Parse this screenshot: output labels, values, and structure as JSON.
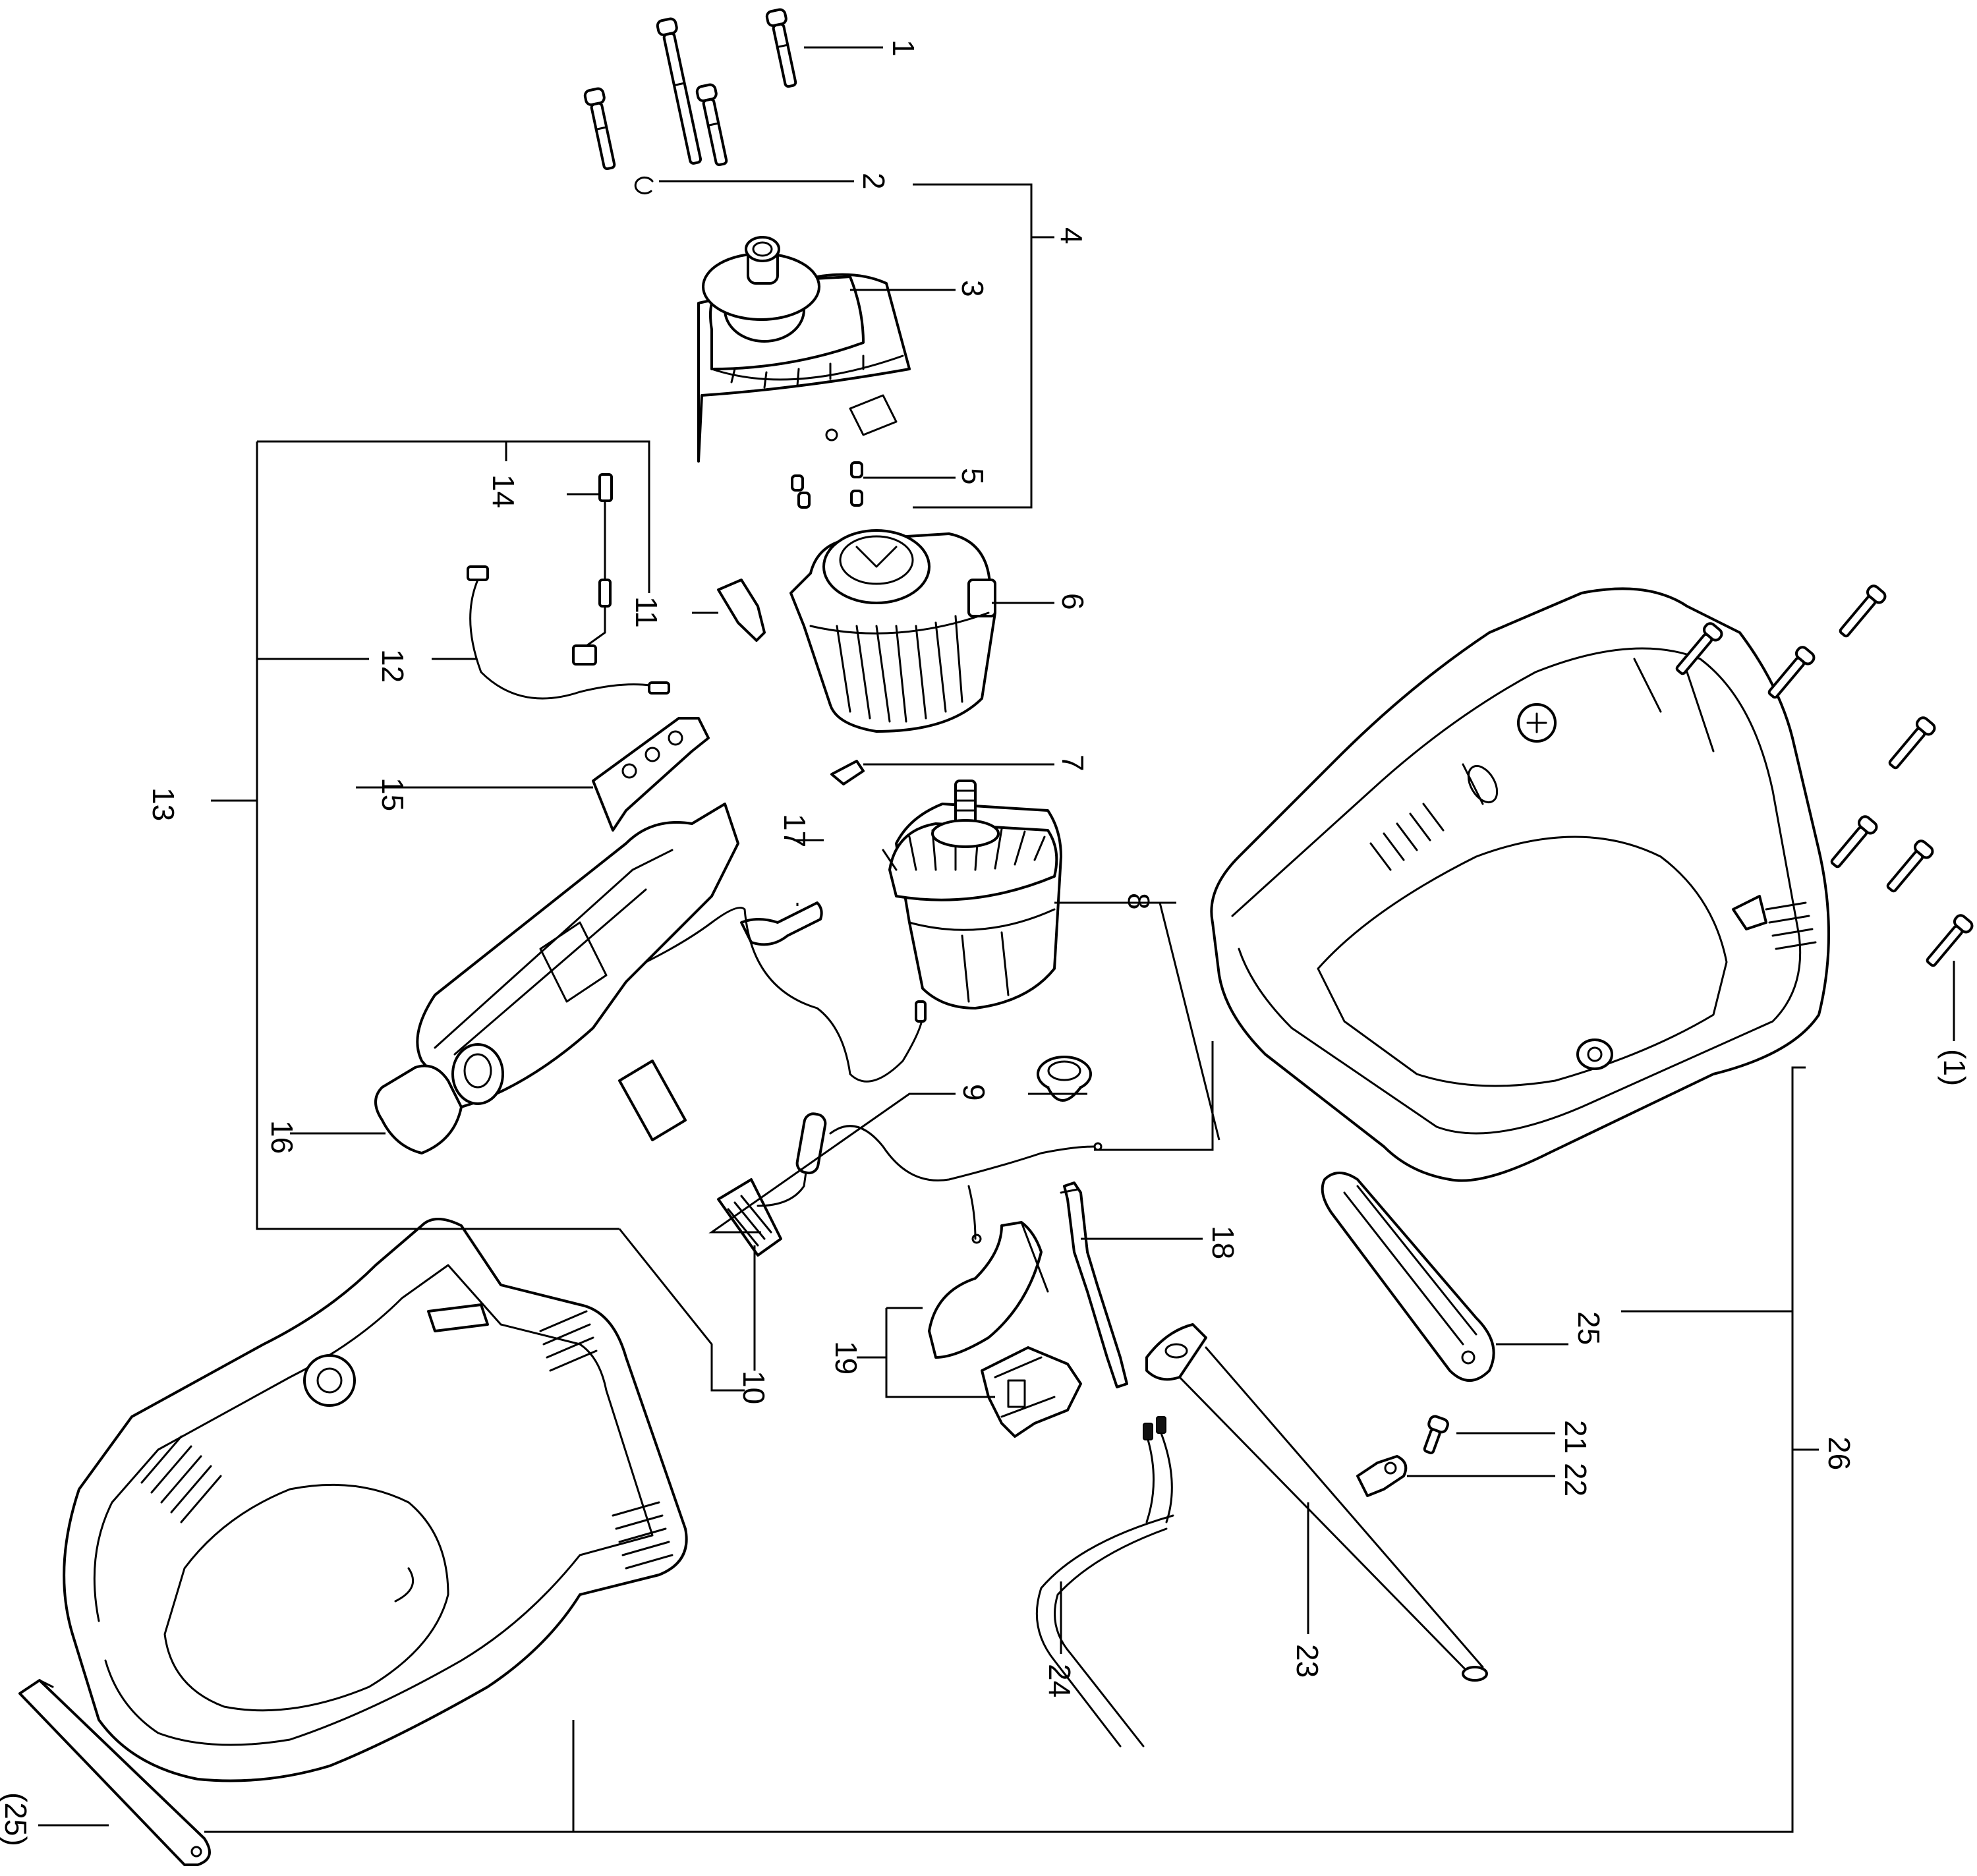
{
  "diagram": {
    "type": "exploded-parts-diagram",
    "label_orientation": "rotated-90-clockwise",
    "colors": {
      "line": "#000000",
      "background": "#ffffff"
    }
  },
  "callouts": {
    "c1": "1",
    "c1ref": "(1)",
    "c2": "2",
    "c3": "3",
    "c4": "4",
    "c5": "5",
    "c6": "6",
    "c7": "7",
    "c8": "8",
    "c9": "9",
    "c10": "10",
    "c11": "11",
    "c12": "12",
    "c13": "13",
    "c14": "14",
    "c15": "15",
    "c16": "16",
    "c17": "17",
    "c18": "18",
    "c19": "19",
    "c21": "21",
    "c22": "22",
    "c23": "23",
    "c24": "24",
    "c25": "25",
    "c25ref": "(25)",
    "c26": "26"
  },
  "groups": [
    {
      "label": "4",
      "members": [
        "2",
        "3"
      ]
    },
    {
      "label": "13",
      "members": [
        "11",
        "12",
        "14",
        "15",
        "16",
        "10"
      ]
    },
    {
      "label": "8",
      "members": [
        "9",
        "10"
      ]
    },
    {
      "label": "19",
      "members": [
        "switch-trigger",
        "switch-body"
      ]
    },
    {
      "label": "26",
      "members": [
        "25",
        "left-housing",
        "right-housing"
      ]
    }
  ],
  "parts": [
    {
      "id": "1",
      "icon": "screw-icon",
      "count_top": 4,
      "count_right": 7
    },
    {
      "id": "2",
      "icon": "retaining-ring-icon"
    },
    {
      "id": "3",
      "icon": "gearbox-icon"
    },
    {
      "id": "5",
      "icon": "pin-icon"
    },
    {
      "id": "6",
      "icon": "gear-housing-icon"
    },
    {
      "id": "7",
      "icon": "clip-icon"
    },
    {
      "id": "8",
      "icon": "motor-icon"
    },
    {
      "id": "9",
      "icon": "bearing-cap-icon"
    },
    {
      "id": "10",
      "icon": "connector-icon"
    },
    {
      "id": "11",
      "icon": "bracket-icon"
    },
    {
      "id": "12",
      "icon": "wire-harness-icon"
    },
    {
      "id": "14",
      "icon": "sensor-wire-icon"
    },
    {
      "id": "15",
      "icon": "plate-icon"
    },
    {
      "id": "16",
      "icon": "battery-module-icon"
    },
    {
      "id": "17",
      "icon": "spring-clip-icon"
    },
    {
      "id": "18",
      "icon": "lever-icon"
    },
    {
      "id": "19",
      "icon": "trigger-switch-icon"
    },
    {
      "id": "21",
      "icon": "screw-icon"
    },
    {
      "id": "22",
      "icon": "hook-nut-icon"
    },
    {
      "id": "23",
      "icon": "rod-icon"
    },
    {
      "id": "24",
      "icon": "cable-icon"
    },
    {
      "id": "25",
      "icon": "belt-clip-icon"
    },
    {
      "id": "26",
      "icon": "housing-icon"
    }
  ]
}
